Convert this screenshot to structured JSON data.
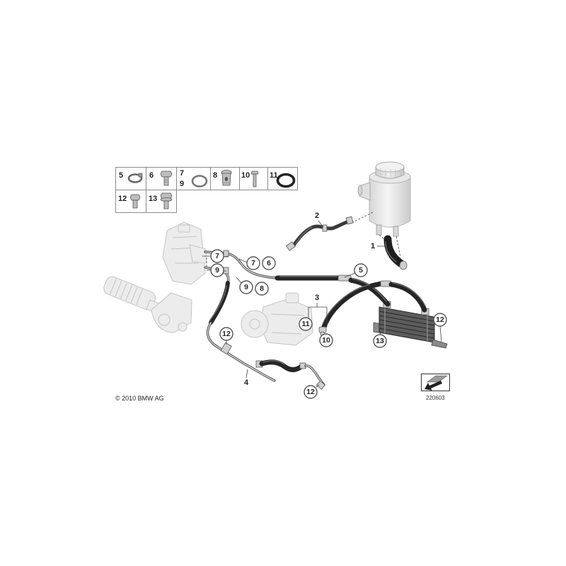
{
  "legend": {
    "cells": [
      {
        "number": "5",
        "icon": "hose-clamp-icon"
      },
      {
        "number": "6",
        "icon": "bolt-icon"
      },
      {
        "number": "7",
        "number_alt": "9",
        "icon": "o-ring-icon"
      },
      {
        "number": "8",
        "icon": "banjo-bolt-icon"
      },
      {
        "number": "10",
        "icon": "long-bolt-icon"
      },
      {
        "number": "11",
        "icon": "seal-ring-icon"
      },
      {
        "number": "12",
        "icon": "hex-bolt-icon"
      },
      {
        "number": "13",
        "icon": "flange-bolt-icon"
      }
    ]
  },
  "callouts": [
    "2",
    "1",
    "7",
    "9",
    "7",
    "6",
    "9",
    "8",
    "5",
    "3",
    "11",
    "10",
    "12",
    "12",
    "13",
    "4",
    "12"
  ],
  "footer": {
    "copyright": "© 2010 BMW AG",
    "diagram_id": "220603",
    "view_icon": "orientation-arrow-icon"
  },
  "colors": {
    "hose": "#262626",
    "ghost_fill": "#ececec",
    "ghost_stroke": "#c4c4c4",
    "callout_stroke": "#555555"
  }
}
